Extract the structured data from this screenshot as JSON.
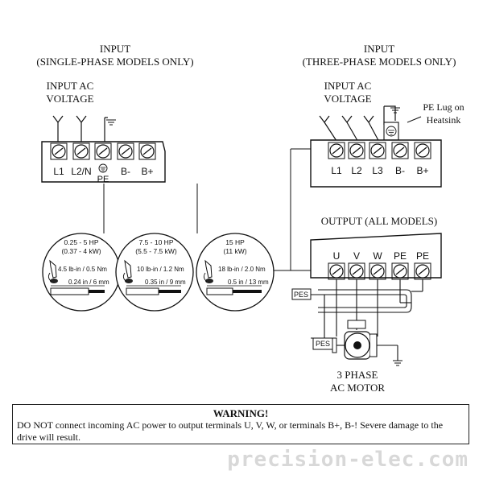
{
  "input_single": {
    "title": "INPUT",
    "subtitle": "(SINGLE-PHASE MODELS ONLY)",
    "voltage_label_1": "INPUT AC",
    "voltage_label_2": "VOLTAGE",
    "terminals": [
      "L1",
      "L2/N",
      "PE",
      "B-",
      "B+"
    ]
  },
  "input_three": {
    "title": "INPUT",
    "subtitle": "(THREE-PHASE MODELS ONLY)",
    "voltage_label_1": "INPUT AC",
    "voltage_label_2": "VOLTAGE",
    "pe_lug_1": "PE Lug on",
    "pe_lug_2": "Heatsink",
    "terminals": [
      "L1",
      "L2",
      "L3",
      "B-",
      "B+"
    ]
  },
  "output": {
    "title": "OUTPUT (ALL MODELS)",
    "terminals": [
      "U",
      "V",
      "W",
      "PE",
      "PE"
    ],
    "pes_1": "PES",
    "pes_2": "PES",
    "motor_1": "3 PHASE",
    "motor_2": "AC MOTOR"
  },
  "torque_specs": [
    {
      "hp": "0.25 - 5 HP",
      "kw": "(0.37 - 4 kW)",
      "torque": "4.5 lb-in / 0.5 Nm",
      "strip": "0.24 in / 6 mm"
    },
    {
      "hp": "7.5 - 10 HP",
      "kw": "(5.5 - 7.5 kW)",
      "torque": "10 lb-in / 1.2 Nm",
      "strip": "0.35 in / 9 mm"
    },
    {
      "hp": "15 HP",
      "kw": "(11 kW)",
      "torque": "18 lb-in / 2.0 Nm",
      "strip": "0.5 in / 13 mm"
    }
  ],
  "warning": {
    "title": "WARNING!",
    "text": "DO NOT connect incoming AC power to output terminals U, V, W, or terminals B+, B-!  Severe damage to the drive will result."
  },
  "watermark": "precision-elec.com"
}
